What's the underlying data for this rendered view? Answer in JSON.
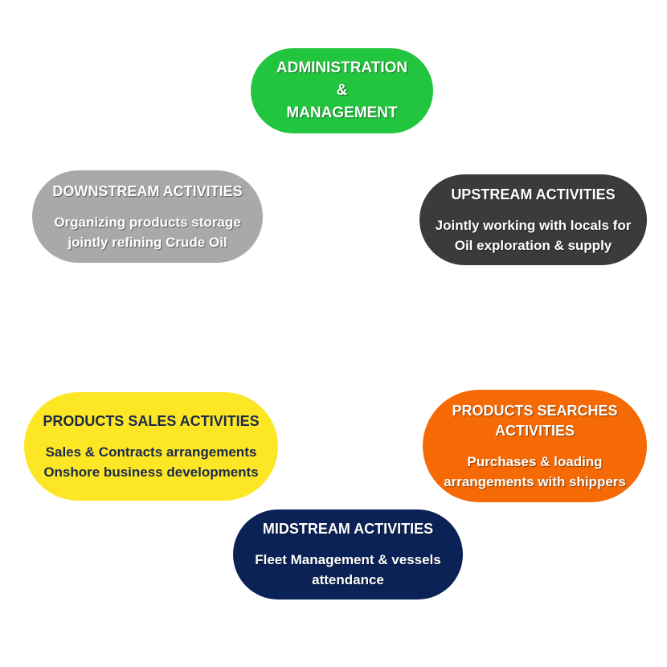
{
  "colors": {
    "admin": "#22c53e",
    "downstream": "#a9a9a9",
    "upstream": "#3a3b3d",
    "sales": "#fde725",
    "searches": "#f56a04",
    "midstream": "#0b2257"
  },
  "nodes": {
    "admin": {
      "title_lines": [
        "ADMINISTRATION",
        "&",
        "MANAGEMENT"
      ]
    },
    "downstream": {
      "title": "DOWNSTREAM ACTIVITIES",
      "desc_lines": [
        "Organizing products storage",
        "jointly refining Crude Oil"
      ]
    },
    "upstream": {
      "title": "UPSTREAM ACTIVITIES",
      "desc_lines": [
        "Jointly working with locals for",
        "Oil exploration & supply"
      ]
    },
    "sales": {
      "title": "PRODUCTS SALES ACTIVITIES",
      "desc_lines": [
        "Sales & Contracts arrangements",
        "Onshore business developments"
      ]
    },
    "searches": {
      "title_lines": [
        "PRODUCTS SEARCHES",
        "ACTIVITIES"
      ],
      "desc_lines": [
        "Purchases & loading",
        "arrangements with shippers"
      ]
    },
    "midstream": {
      "title": "MIDSTREAM ACTIVITIES",
      "desc_lines": [
        "Fleet Management & vessels",
        "attendance"
      ]
    }
  }
}
